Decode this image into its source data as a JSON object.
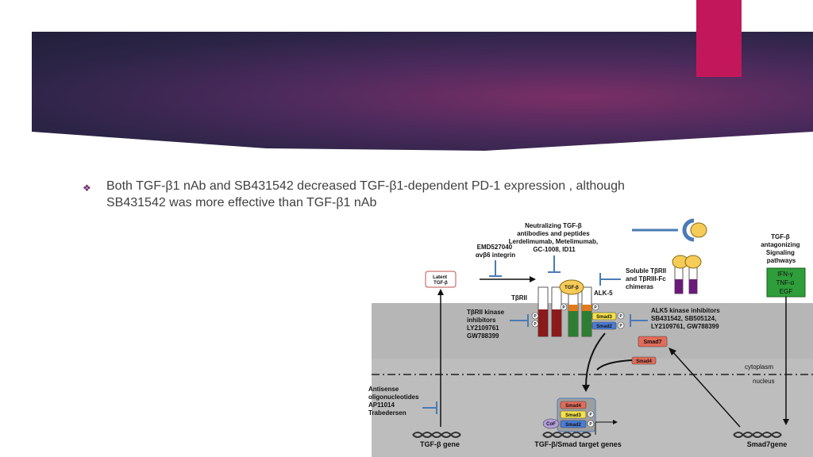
{
  "slide": {
    "bullet": "Both TGF-β1 nAb and SB431542 decreased TGF-β1-dependent PD-1 expression , although SB431542 was more effective than TGF-β1 nAb",
    "bullet_icon": "diamond-bullet-icon"
  },
  "colors": {
    "accent": "#c2185b",
    "banner": "#3a2750",
    "membrane": "#bdbdbd",
    "inhibitor": "#4a7bb5"
  },
  "diagram": {
    "neutralizing": [
      "Neutralizing TGF-β",
      "antibodies and peptides",
      "Lerdelimumab, Metelimumab,",
      "GC-1008, ID11"
    ],
    "emd": [
      "EMD527040",
      "αvβ6 integrin"
    ],
    "latent": [
      "Latent",
      "TGF-β"
    ],
    "tgfb_ligand": "TGF-β",
    "soluble": [
      "Soluble TβRII",
      "and TβRIII-Fc",
      "chimeras"
    ],
    "alk5": "ALK-5",
    "tbrii": "TβRII",
    "tbrii_inhib": [
      "TβRII kinase",
      "inhibitors",
      "LY2109761",
      "GW788399"
    ],
    "alk5_inhib": [
      "ALK5 kinase inhibitors",
      "SB431542, SB505124,",
      "LY2109761, GW788399"
    ],
    "antagonizing": [
      "TGF-β",
      "antagonizing",
      "Signaling",
      "pathways"
    ],
    "cytokines": [
      "IFN-γ",
      "TNF-α",
      "EGF"
    ],
    "smad7": "Smad7",
    "smad4": "Smad4",
    "smad3": "Smad3",
    "smad2": "Smad2",
    "p": "P",
    "cof": "CoF",
    "cytoplasm": "cytoplasm",
    "nucleus": "nucleus",
    "antisense": [
      "Antisense",
      "oligonucleotides",
      "AP11014",
      "Trabedersen"
    ],
    "tgfb_gene": "TGF-β gene",
    "target_genes": "TGF-β/Smad target genes",
    "smad7_gene": "Smad7gene"
  }
}
